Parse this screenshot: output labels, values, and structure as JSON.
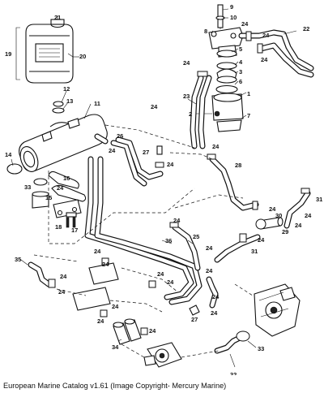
{
  "caption": "European Marine Catalog v1.61 (Image Copyright- Mercury Marine)",
  "callouts": {
    "n9": "9",
    "n10": "10",
    "n8": "8",
    "n5": "5",
    "n4": "4",
    "n3": "3",
    "n6": "6",
    "n1": "1",
    "n2": "2",
    "n7": "7",
    "n21": "21",
    "n19": "19",
    "n20": "20",
    "n22": "22",
    "n12": "12",
    "n13": "13",
    "n11": "11",
    "n23": "23",
    "n14": "14",
    "n26": "26",
    "n27a": "27",
    "n28": "28",
    "n33a": "33",
    "n16": "16",
    "n15": "15",
    "n18": "18",
    "n17": "17",
    "n36": "36",
    "n25": "25",
    "n29": "29",
    "n30": "30",
    "n31a": "31",
    "n31b": "31",
    "n35": "35",
    "n34": "34",
    "n27b": "27",
    "n32": "32",
    "n33b": "33",
    "n24": [
      "24",
      "24",
      "24",
      "24",
      "24",
      "24",
      "24",
      "24",
      "24",
      "24",
      "24",
      "24",
      "24",
      "24",
      "24",
      "24",
      "24",
      "24",
      "24",
      "24",
      "24",
      "24",
      "24",
      "24",
      "24",
      "24",
      "24"
    ]
  }
}
